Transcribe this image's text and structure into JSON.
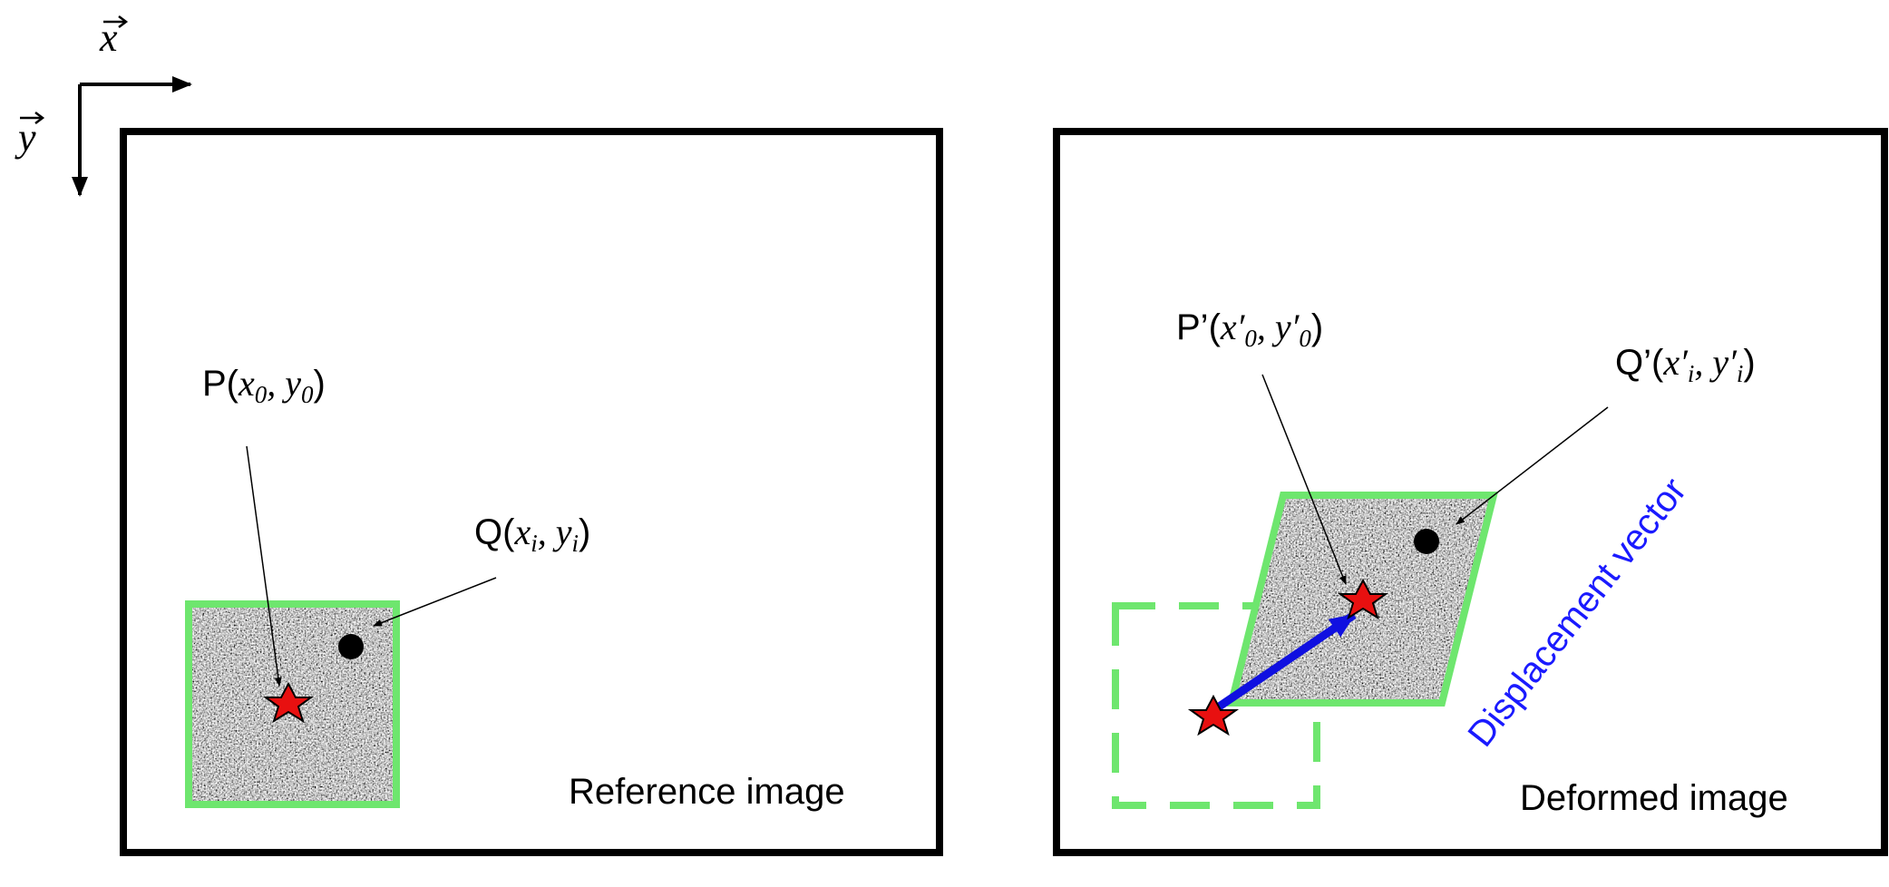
{
  "axes": {
    "x_label": "x",
    "y_label": "y"
  },
  "reference_panel": {
    "caption": "Reference image",
    "point_p": {
      "prefix": "P(",
      "x_sym": "x",
      "x_sub": "0",
      "sep": ", ",
      "y_sym": "y",
      "y_sub": "0",
      "suffix": ")"
    },
    "point_q": {
      "prefix": "Q(",
      "x_sym": "x",
      "x_sub": "i",
      "sep": ", ",
      "y_sym": "y",
      "y_sub": "i",
      "suffix": ")"
    }
  },
  "deformed_panel": {
    "caption": "Deformed image",
    "point_p": {
      "prefix": "P’(",
      "x_sym": "x′",
      "x_sub": "0",
      "sep": ", ",
      "y_sym": "y′",
      "y_sub": "0",
      "suffix": ")"
    },
    "point_q": {
      "prefix": "Q’(",
      "x_sym": "x′",
      "x_sub": "i",
      "sep": ", ",
      "y_sym": "y′",
      "y_sub": "i",
      "suffix": ")"
    },
    "vector_label": "Displacement vector"
  },
  "colors": {
    "frame": "#000000",
    "subset_outline": "#6ee66e",
    "star_fill": "#e81010",
    "vector": "#1010e0",
    "vector_label": "#1a1aff"
  }
}
